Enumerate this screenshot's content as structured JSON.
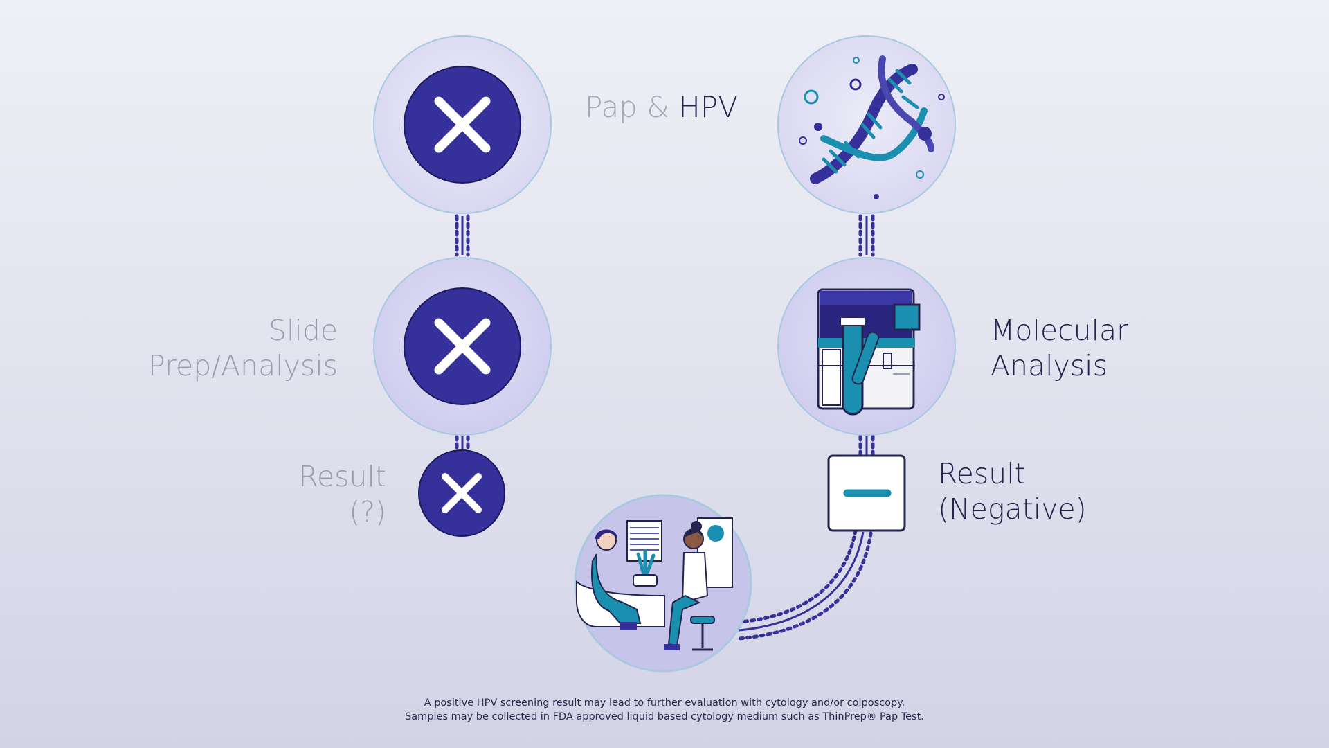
{
  "diagram": {
    "center_label": {
      "part1": "Pap & ",
      "part2": "HPV"
    },
    "left_column": {
      "slide_label": [
        "Slide",
        "Prep/Analysis"
      ],
      "result_label": [
        "Result",
        "(?)"
      ]
    },
    "right_column": {
      "molecular_label": [
        "Molecular",
        "Analysis"
      ],
      "result_label": [
        "Result",
        "(Negative)"
      ]
    },
    "icons": {
      "cancel": "x-mark-icon",
      "dna": "dna-helix-icon",
      "analyzer": "molecular-analyzer-icon",
      "negative": "minus-icon",
      "clinic": "doctor-patient-illustration"
    },
    "colors": {
      "navy": "#35309a",
      "teal": "#1a8fb0",
      "label_grey": "#9a9caf",
      "label_dark": "#23244d"
    }
  },
  "footnote": {
    "line1": "A positive HPV screening result may lead to further evaluation with cytology and/or colposcopy.",
    "line2": "Samples may be collected in FDA approved liquid based cytology medium such as ThinPrep® Pap Test."
  }
}
